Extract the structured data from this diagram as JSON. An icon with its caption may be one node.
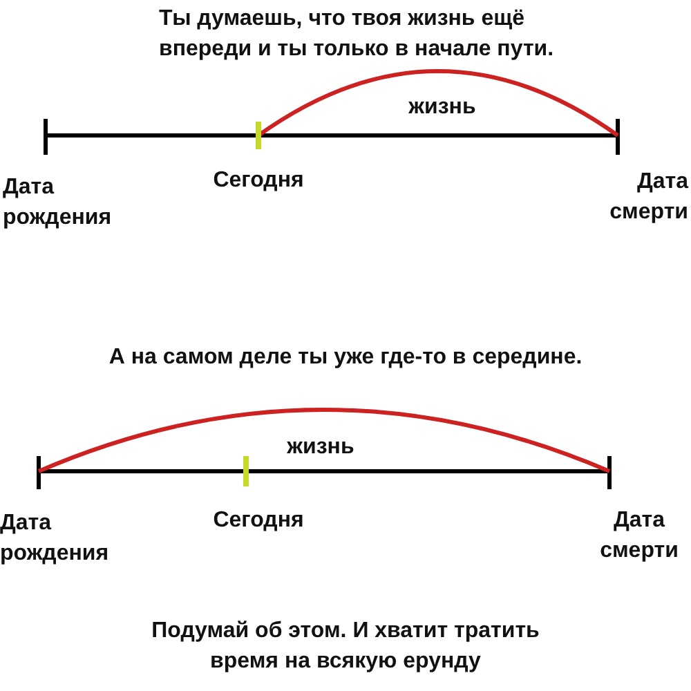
{
  "diagram": {
    "labels": [
      "Ты думаешь, что твоя жизнь ещё впереди и ты только в начале пути.",
      "жизнь",
      "Дата рождения",
      "Сегодня",
      "Дата смерти",
      "А на самом деле ты уже где-то в середине.",
      "жизнь",
      "Дата рождения",
      "Сегодня",
      "Дата смерти",
      "Подумай об этом. И хватит тратить время на всякую ерунду"
    ]
  }
}
